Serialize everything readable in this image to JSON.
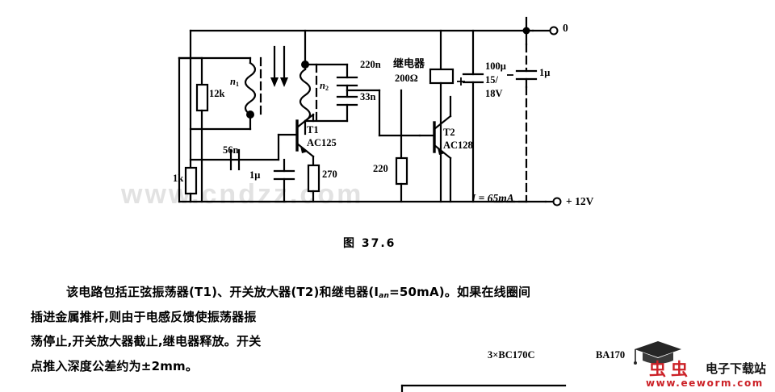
{
  "figure": {
    "caption": "图 37.6",
    "terminals": {
      "top_right": "0",
      "bottom_right": "+ 12V"
    },
    "current_note": "I = 65mA",
    "components": {
      "r_12k": "12k",
      "r_1k": "1k",
      "r_270": "270",
      "r_220": "220",
      "c_220n": "220n",
      "c_33n": "33n",
      "c_56n": "56n",
      "c_1u_left": "1μ",
      "c_100u": "100μ",
      "c_100u_volt_1": "15/",
      "c_100u_volt_2": "18V",
      "c_1u_right": "1μ",
      "relay_name": "继电器",
      "relay_value": "200Ω",
      "coil_n1": "n",
      "coil_n1_sub": "1",
      "coil_n2": "n",
      "coil_n2_sub": "2",
      "t1_ref": "T1",
      "t1_type": "AC125",
      "t2_ref": "T2",
      "t2_type": "AC128"
    }
  },
  "body": {
    "line1": "该电路包括正弦振荡器(T1)、开关放大器(T2)和继电器(I",
    "line1_sub": "an",
    "line1_cont": "=50mA)。如果在线圈间",
    "line2": "插进金属推杆,则由于电感反馈使振荡器振",
    "line3": "荡停止,开关放大器截止,继电器释放。开关",
    "line4": "点推入深度公差约为±2mm。"
  },
  "next_figure": {
    "part_left": "3×BC170C",
    "part_right": "BA170"
  },
  "watermarks": {
    "schematic": "www.cndzz.com"
  },
  "logo": {
    "bugs": "虫虫",
    "site": "电子下载站",
    "url": "www.eeworm.com",
    "cap_color": "#222222",
    "red": "#cc2127"
  }
}
